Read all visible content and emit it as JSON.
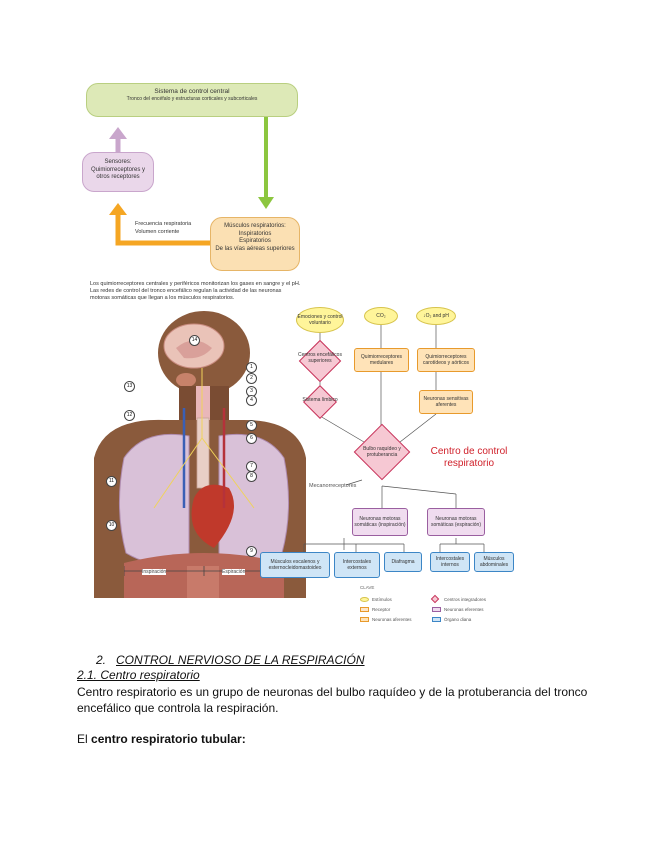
{
  "flow": {
    "control_title": "Sistema de control central",
    "control_sub": "Tronco del encéfalo y estructuras corticales y subcorticales",
    "sensor_title": "Sensores:",
    "sensor_line1": "Quimiorreceptores y",
    "sensor_line2": "otros receptores",
    "muscle_title": "Músculos respiratorios:",
    "muscle_line1": "Inspiratorios",
    "muscle_line2": "Espiratorios",
    "muscle_line3": "De las vías aéreas superiores",
    "note_line1": "Frecuencia respiratoria",
    "note_line2": "Volumen corriente"
  },
  "figure": {
    "caption_line1": "Los quimiorreceptores centrales y periféricos monitorizan los gases en sangre y el pH.",
    "caption_line2": "Las redes de control del tronco encefálico regulan la actividad de las neuronas",
    "caption_line3": "motoras somáticas que llegan a los músculos respiratorios.",
    "n_emociones": "Emociones y control voluntario",
    "n_co2": "CO₂",
    "n_o2ph": "↓O₂ and pH",
    "n_centros": "Centros encefálicos superiores",
    "n_sistema_limbico": "Sistema límbico",
    "n_quimio_bulbares": "Quimiorreceptores medulares",
    "n_quimio_carot": "Quimiorreceptores carotídeos y aórticos",
    "n_neuronas_sens": "Neuronas sensitivas aferentes",
    "n_bulbo": "Bulbo raquídeo y protuberancia",
    "centro_line1": "Centro de control",
    "centro_line2": "respiratorio",
    "mecano": "Mecanorreceptores",
    "n_mot_insp": "Neuronas motoras somáticas (inspiración)",
    "n_mot_esp": "Neuronas motoras somáticas (espiración)",
    "n_esc": "Músculos escalenos y esternocleidomastoideo",
    "n_intercost_ext": "Intercostales externos",
    "n_diafragma": "Diafragma",
    "n_intercost_int": "Intercostales internos",
    "n_abdominales": "Músculos abdominales",
    "insp_label": "Inspiración",
    "esp_label": "Espiración",
    "legend_title": "CLAVE",
    "lg_estimulo": "Estímulos",
    "lg_receptor": "Receptor",
    "lg_aferentes": "Neuronas aferentes",
    "lg_centros": "Centros integradores",
    "lg_eferentes": "Neuronas eferentes",
    "lg_diana": "Órgano diana",
    "num_1": "1",
    "num_2": "2",
    "num_3": "3",
    "num_4": "4",
    "num_5": "5",
    "num_6": "6",
    "num_7": "7",
    "num_8": "8",
    "num_9": "9",
    "num_10": "10",
    "num_11": "11",
    "num_12": "12",
    "num_13": "13",
    "num_14": "14"
  },
  "text": {
    "heading_num": "2.",
    "heading": "CONTROL NERVIOSO DE LA RESPIRACIÓN",
    "subheading": "2.1. Centro respiratorio",
    "paragraph": "Centro respiratorio es un grupo de neuronas del bulbo raquídeo y de la protuberancia del tronco encefálico que controla la respiración.",
    "para2_prefix": "El ",
    "para2_bold": "centro respiratorio tubular:"
  },
  "colors": {
    "control_green": "#dde9b7",
    "arrow_green": "#8cc63f",
    "sensor_purple": "#ead7ea",
    "arrow_purple": "#c9a6cc",
    "muscle_orange": "#fbe0b3",
    "arrow_orange": "#f5a623",
    "centro_red": "#d0202a"
  }
}
